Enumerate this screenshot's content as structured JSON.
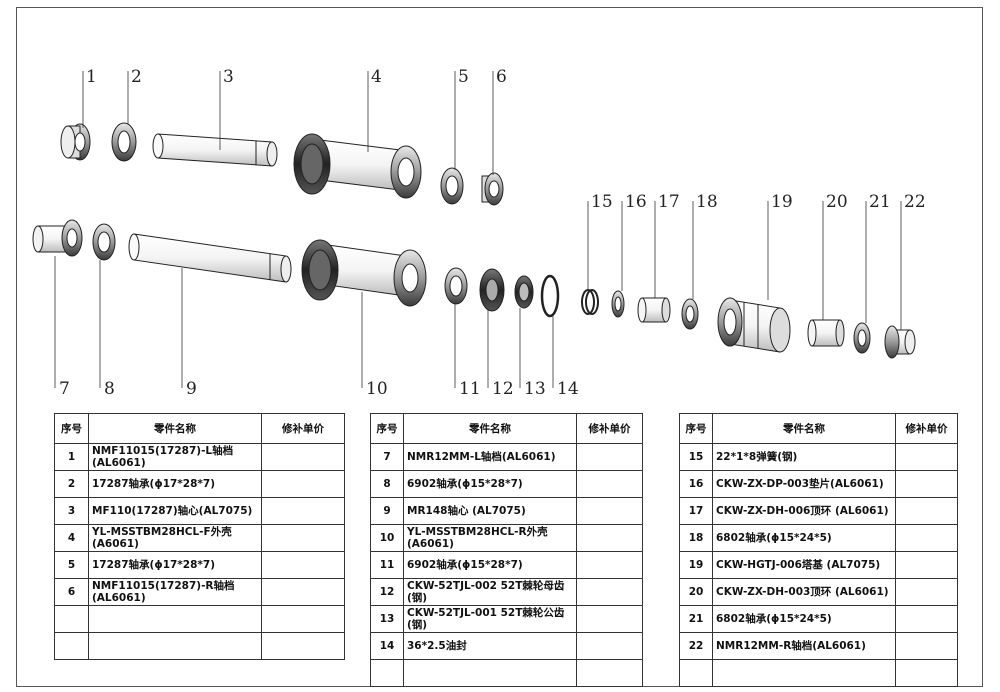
{
  "callouts": [
    "1",
    "2",
    "3",
    "4",
    "5",
    "6",
    "7",
    "8",
    "9",
    "10",
    "11",
    "12",
    "13",
    "14",
    "15",
    "16",
    "17",
    "18",
    "19",
    "20",
    "21",
    "22"
  ],
  "tables": [
    {
      "headers": {
        "no": "序号",
        "name": "零件名称",
        "price": "修补单价"
      },
      "rows": [
        {
          "no": "1",
          "name": "NMF11015(17287)-L轴档(AL6061)",
          "price": ""
        },
        {
          "no": "2",
          "name": "17287轴承(ϕ17*28*7)",
          "price": ""
        },
        {
          "no": "3",
          "name": "MF110(17287)轴心(AL7075)",
          "price": ""
        },
        {
          "no": "4",
          "name": "YL-MSSTBM28HCL-F外壳(A6061)",
          "price": ""
        },
        {
          "no": "5",
          "name": "17287轴承(ϕ17*28*7)",
          "price": ""
        },
        {
          "no": "6",
          "name": "NMF11015(17287)-R轴档(AL6061)",
          "price": ""
        },
        {
          "no": "",
          "name": "",
          "price": ""
        },
        {
          "no": "",
          "name": "",
          "price": ""
        }
      ]
    },
    {
      "headers": {
        "no": "序号",
        "name": "零件名称",
        "price": "修补单价"
      },
      "rows": [
        {
          "no": "7",
          "name": "NMR12MM-L轴档(AL6061)",
          "price": ""
        },
        {
          "no": "8",
          "name": "6902轴承(ϕ15*28*7)",
          "price": ""
        },
        {
          "no": "9",
          "name": "MR148轴心 (AL7075)",
          "price": ""
        },
        {
          "no": "10",
          "name": "YL-MSSTBM28HCL-R外壳(A6061)",
          "price": ""
        },
        {
          "no": "11",
          "name": "6902轴承(ϕ15*28*7)",
          "price": ""
        },
        {
          "no": "12",
          "name": "CKW-52TJL-002 52T棘轮母齿(钢)",
          "price": ""
        },
        {
          "no": "13",
          "name": "CKW-52TJL-001 52T棘轮公齿(钢)",
          "price": ""
        },
        {
          "no": "14",
          "name": "36*2.5油封",
          "price": ""
        },
        {
          "no": "",
          "name": "",
          "price": ""
        }
      ]
    },
    {
      "headers": {
        "no": "序号",
        "name": "零件名称",
        "price": "修补单价"
      },
      "rows": [
        {
          "no": "15",
          "name": "22*1*8弹簧(钢)",
          "price": ""
        },
        {
          "no": "16",
          "name": "CKW-ZX-DP-003垫片(AL6061)",
          "price": ""
        },
        {
          "no": "17",
          "name": "CKW-ZX-DH-006顶环 (AL6061)",
          "price": ""
        },
        {
          "no": "18",
          "name": "6802轴承(ϕ15*24*5)",
          "price": ""
        },
        {
          "no": "19",
          "name": "CKW-HGTJ-006塔基 (AL7075)",
          "price": ""
        },
        {
          "no": "20",
          "name": "CKW-ZX-DH-003顶环 (AL6061)",
          "price": ""
        },
        {
          "no": "21",
          "name": "6802轴承(ϕ15*24*5)",
          "price": ""
        },
        {
          "no": "22",
          "name": "NMR12MM-R轴档(AL6061)",
          "price": ""
        },
        {
          "no": "",
          "name": "",
          "price": ""
        }
      ]
    }
  ]
}
